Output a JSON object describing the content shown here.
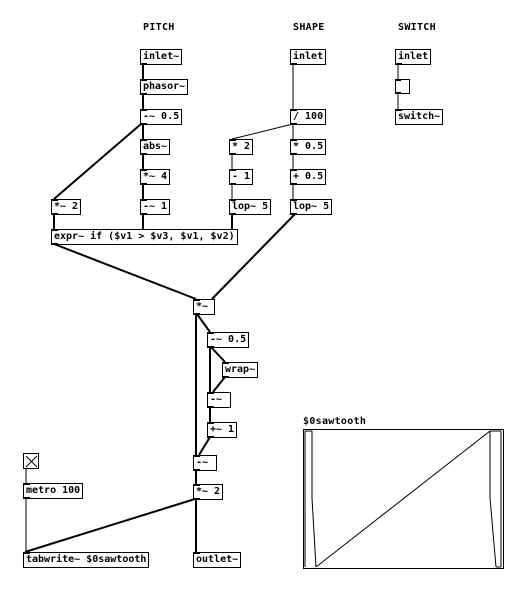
{
  "headers": {
    "pitch": "PITCH",
    "shape": "SHAPE",
    "switch": "SWITCH"
  },
  "objects": {
    "pitch_inlet": "inlet~",
    "phasor": "phasor~",
    "sub_half_1": "-~ 0.5",
    "abs": "abs~",
    "mul4": "*~ 4",
    "sub1": "-~ 1",
    "mul2_a": "*~ 2",
    "expr": "expr~ if ($v1 > $v3, $v1, $v2)",
    "shape_inlet": "inlet",
    "div100": "/ 100",
    "mul2_ctrl": "* 2",
    "mul_half": "* 0.5",
    "minus1": "- 1",
    "plus_half": "+ 0.5",
    "lop_a": "lop~ 5",
    "lop_b": "lop~ 5",
    "switch_inlet": "inlet",
    "switch_obj": "switch~",
    "mul_main": "*~",
    "sub_half_2": "-~ 0.5",
    "wrap": "wrap~",
    "sub_b": "-~",
    "plus1": "+~ 1",
    "sub_c": "-~",
    "mul2_b": "*~ 2",
    "outlet": "outlet~",
    "metro": "metro 100",
    "tabwrite": "tabwrite~ $0sawtooth"
  },
  "graph": {
    "label": "$0sawtooth"
  },
  "toggle": {
    "checked": true
  }
}
